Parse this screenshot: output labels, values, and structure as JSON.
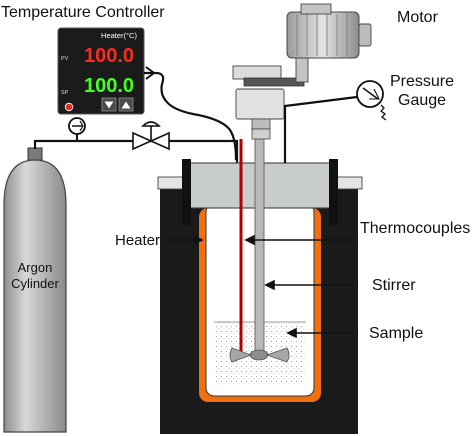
{
  "labels": {
    "title": "Temperature Controller",
    "motor": "Motor",
    "pressure_line1": "Pressure",
    "pressure_line2": "Gauge",
    "thermocouples": "Thermocouples",
    "heater": "Heater",
    "stirrer": "Stirrer",
    "sample": "Sample",
    "argon_line1": "Argon",
    "argon_line2": "Cylinder"
  },
  "controller": {
    "header": "Heater(°C)",
    "pv_label": "PV",
    "pv_value": "100.0",
    "sp_label": "SP",
    "sp_value": "100.0",
    "pv_color": "#ff2a1a",
    "sp_color": "#44ff22"
  },
  "colors": {
    "heater": "#f07010",
    "thermocouple": "#b00000",
    "furnace": "#1a1a1a",
    "lid": "#c8cccc",
    "cylinder": "#b4b4b4"
  }
}
